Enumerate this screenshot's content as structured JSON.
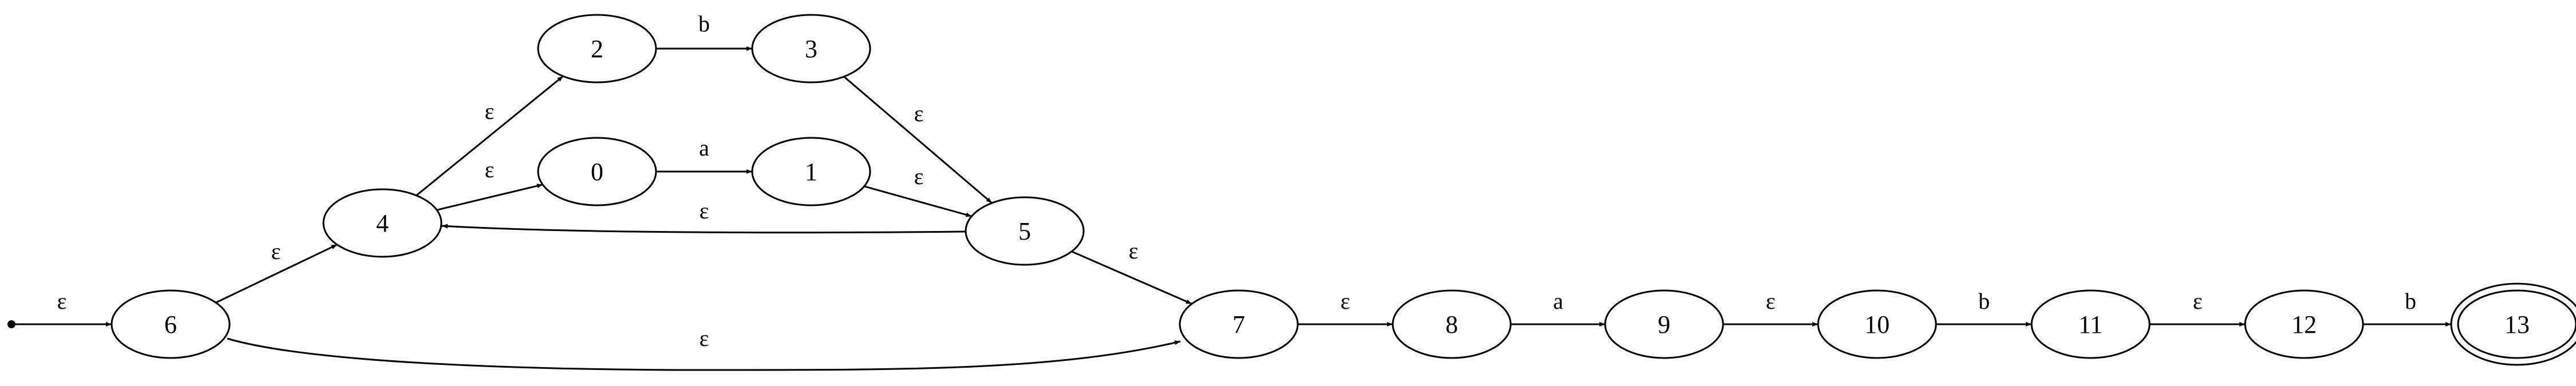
{
  "diagram": {
    "type": "nfa",
    "start_state": "6",
    "states": [
      {
        "id": "0",
        "label": "0"
      },
      {
        "id": "1",
        "label": "1"
      },
      {
        "id": "2",
        "label": "2"
      },
      {
        "id": "3",
        "label": "3"
      },
      {
        "id": "4",
        "label": "4"
      },
      {
        "id": "5",
        "label": "5"
      },
      {
        "id": "6",
        "label": "6"
      },
      {
        "id": "7",
        "label": "7"
      },
      {
        "id": "8",
        "label": "8"
      },
      {
        "id": "9",
        "label": "9"
      },
      {
        "id": "10",
        "label": "10"
      },
      {
        "id": "11",
        "label": "11"
      },
      {
        "id": "12",
        "label": "12"
      },
      {
        "id": "13",
        "label": "13",
        "accepting": true
      }
    ],
    "transitions": [
      {
        "from": "start",
        "to": "6",
        "label": "ε"
      },
      {
        "from": "6",
        "to": "4",
        "label": "ε"
      },
      {
        "from": "6",
        "to": "7",
        "label": "ε"
      },
      {
        "from": "4",
        "to": "2",
        "label": "ε"
      },
      {
        "from": "4",
        "to": "0",
        "label": "ε"
      },
      {
        "from": "2",
        "to": "3",
        "label": "b"
      },
      {
        "from": "0",
        "to": "1",
        "label": "a"
      },
      {
        "from": "3",
        "to": "5",
        "label": "ε"
      },
      {
        "from": "1",
        "to": "5",
        "label": "ε"
      },
      {
        "from": "5",
        "to": "4",
        "label": "ε"
      },
      {
        "from": "5",
        "to": "7",
        "label": "ε"
      },
      {
        "from": "7",
        "to": "8",
        "label": "ε"
      },
      {
        "from": "8",
        "to": "9",
        "label": "a"
      },
      {
        "from": "9",
        "to": "10",
        "label": "ε"
      },
      {
        "from": "10",
        "to": "11",
        "label": "b"
      },
      {
        "from": "11",
        "to": "12",
        "label": "ε"
      },
      {
        "from": "12",
        "to": "13",
        "label": "b"
      }
    ]
  }
}
